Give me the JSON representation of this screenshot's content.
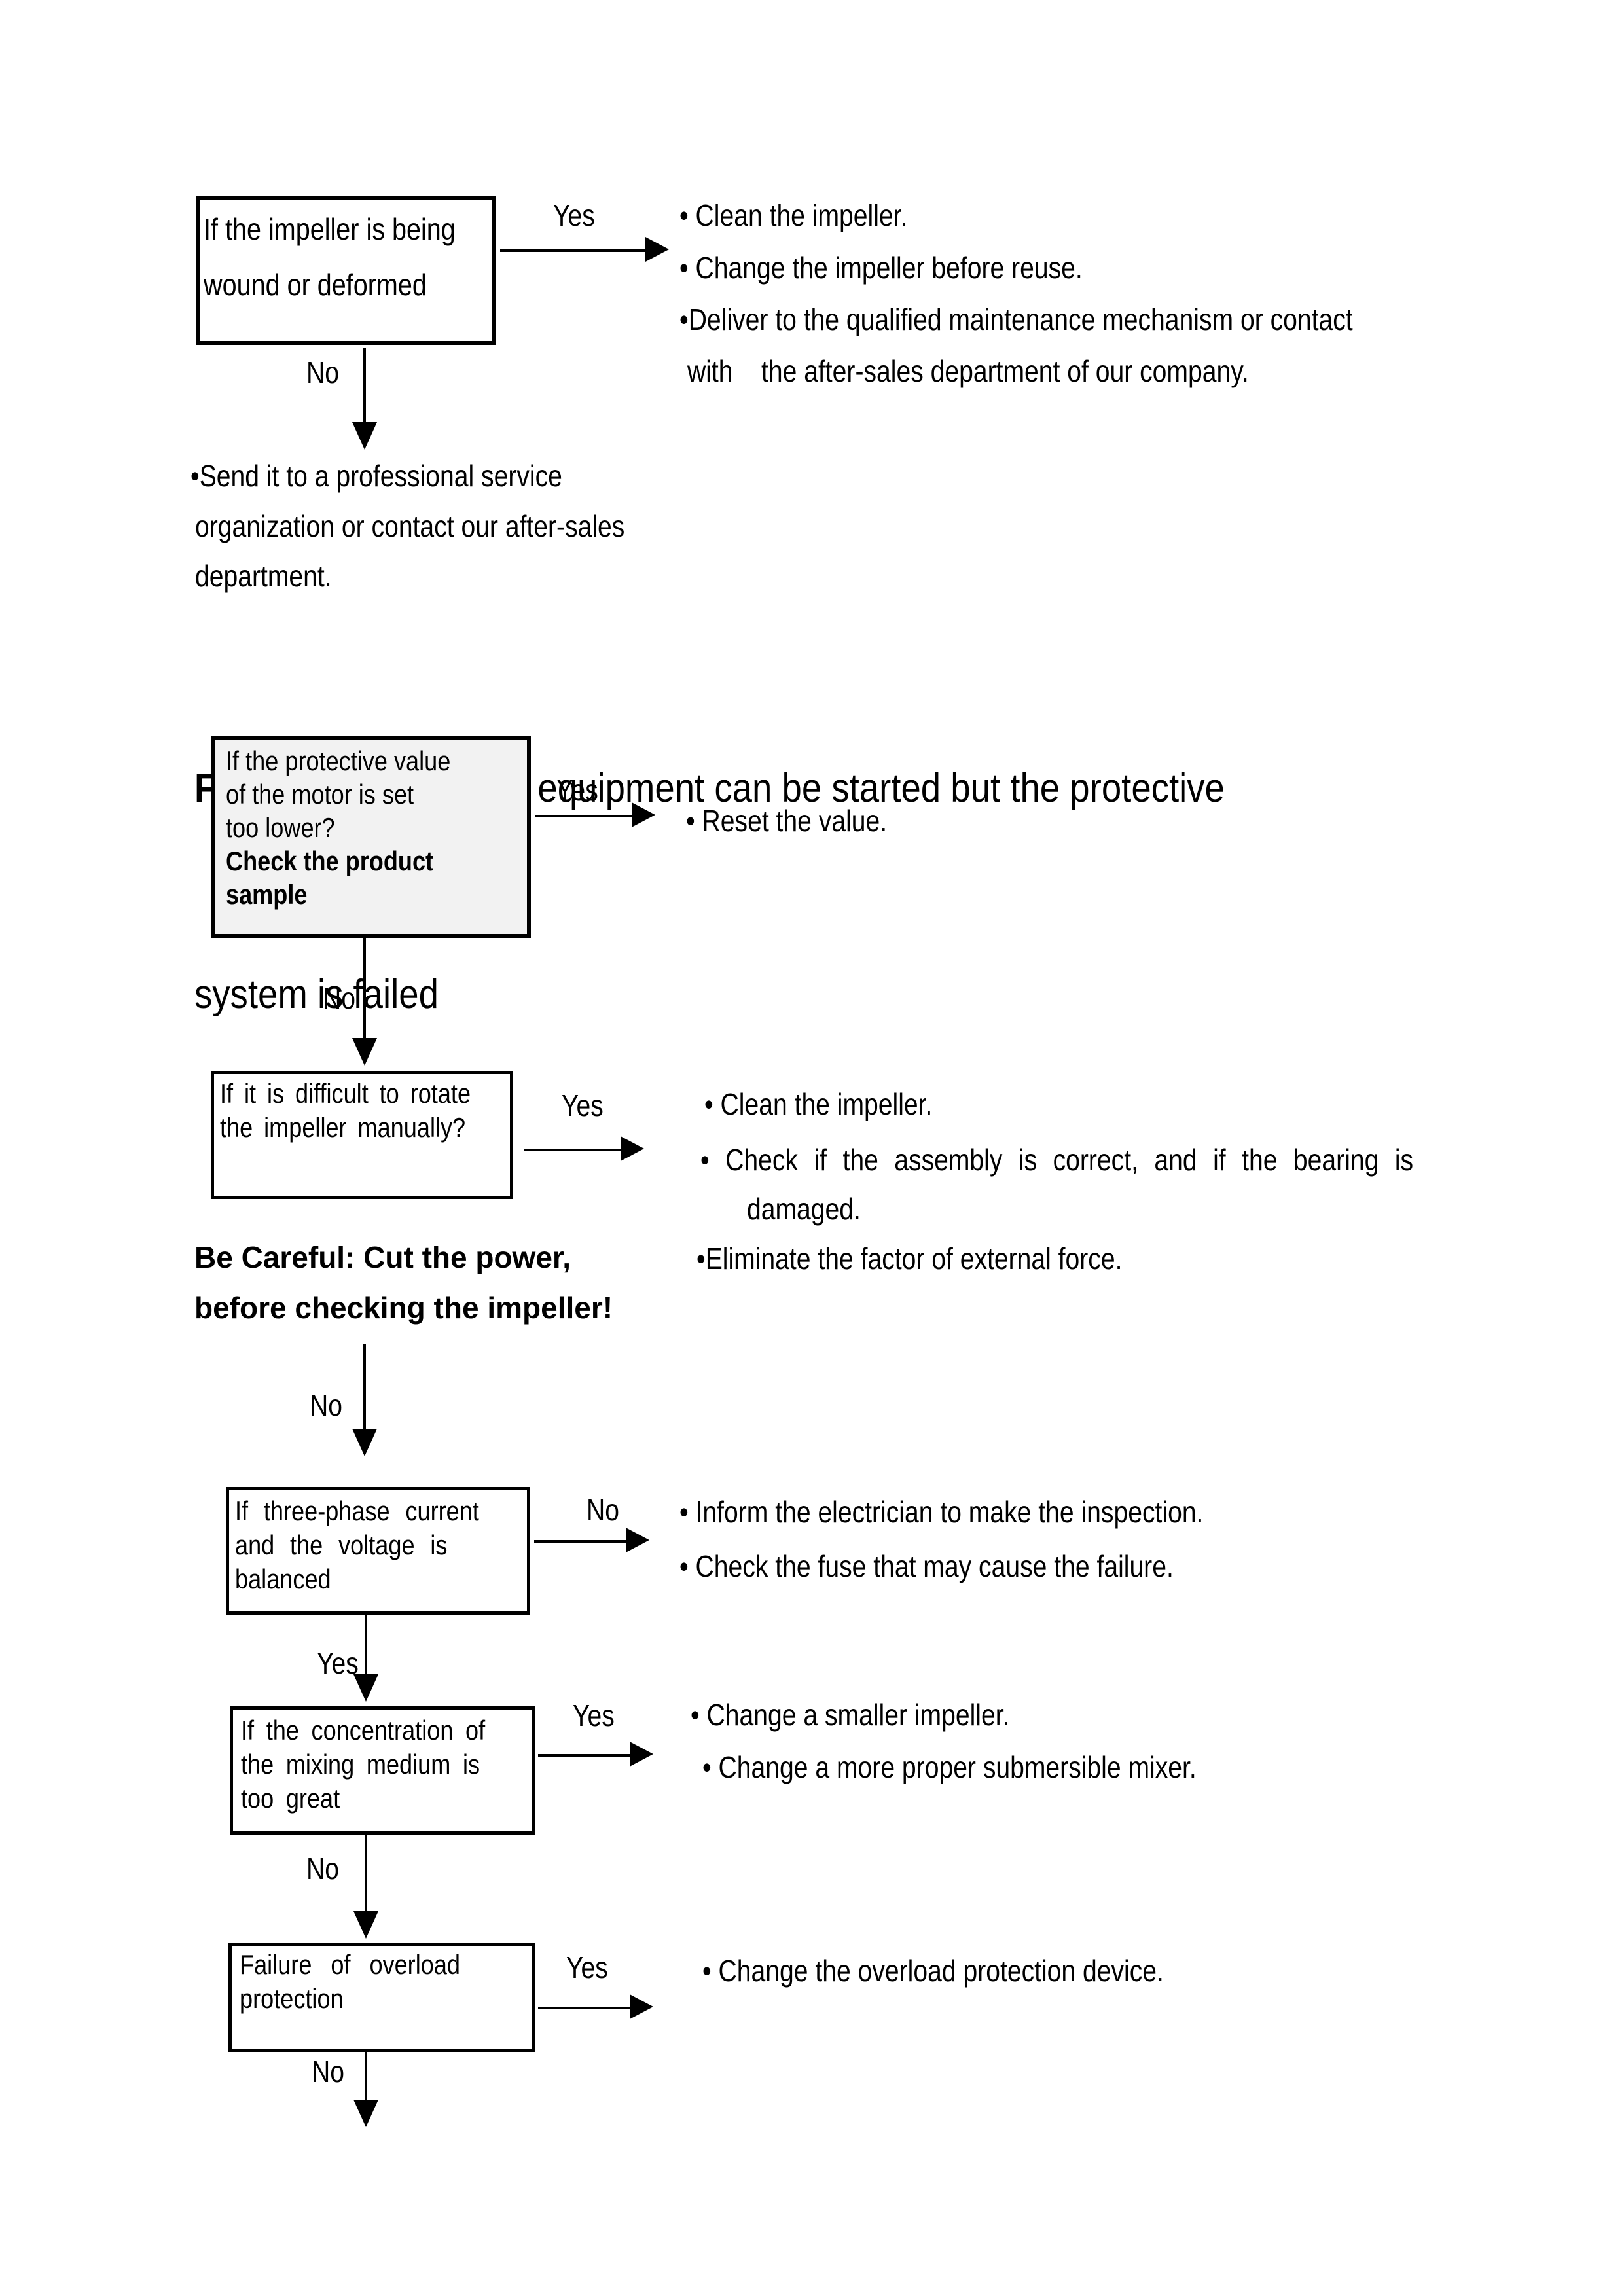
{
  "labels": {
    "yes": "Yes",
    "no": "No"
  },
  "step1": {
    "box": [
      "If the impeller is being",
      "wound or deformed"
    ],
    "yes_results": [
      "• Clean the impeller.",
      "• Change the impeller before reuse.",
      "•Deliver to the qualified maintenance mechanism or contact",
      "with    the after-sales department of our company."
    ],
    "no_results": [
      "•Send it to a professional service",
      "organization or contact our after-sales",
      "department."
    ]
  },
  "heading": {
    "bold": "Fault type two : ",
    "rest": "The equipment can be started but the protective",
    "line2": "system is failed"
  },
  "step2": {
    "box": [
      "If the protective value",
      "of the motor is set",
      "too lower?"
    ],
    "box_bold": [
      "Check the product",
      "sample"
    ],
    "yes_results": [
      "• Reset the value."
    ]
  },
  "step3": {
    "box": [
      "If it is difficult to rotate",
      "the impeller manually?"
    ],
    "yes_results": [
      "• Clean the impeller.",
      "• Check if the assembly is correct, and if the bearing is",
      "damaged.",
      "•Eliminate the factor of external force."
    ],
    "warning": [
      "Be Careful: Cut the power,",
      "before checking the impeller!"
    ]
  },
  "step4": {
    "box": [
      "If three-phase current",
      "and the voltage is",
      "balanced"
    ],
    "no_results": [
      "• Inform the electrician to make the inspection.",
      "• Check the fuse that may cause the failure."
    ]
  },
  "step5": {
    "box": [
      "If the concentration of",
      "the mixing medium is",
      "too great"
    ],
    "yes_results": [
      "• Change a smaller impeller.",
      "• Change a more proper submersible mixer."
    ]
  },
  "step6": {
    "box": [
      "Failure of overload",
      "protection"
    ],
    "yes_results": [
      "• Change the overload protection device."
    ]
  }
}
